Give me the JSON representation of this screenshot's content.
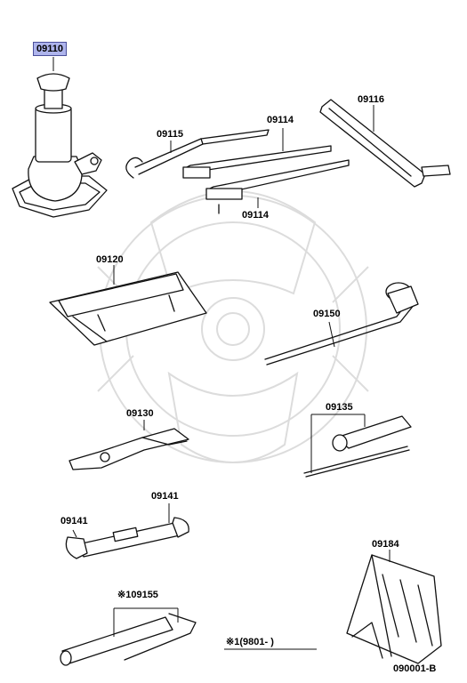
{
  "parts": {
    "jack": "09110",
    "handle": "09115",
    "extension_top": "09114",
    "extension_bottom": "09114",
    "wrench_bar": "09116",
    "tool_bag": "09120",
    "lug_wrench": "09150",
    "pliers": "09130",
    "screwdriver": "09135",
    "spanner_right": "09141",
    "spanner_left": "09141",
    "chock": "09184",
    "socket_set": "※109155"
  },
  "footnote": "※1(9801-        )",
  "diagram_code": "090001-B",
  "colors": {
    "highlight_fill": "#aeb4ec",
    "highlight_border": "#4a4f9a",
    "watermark": "#d9d9d9"
  }
}
